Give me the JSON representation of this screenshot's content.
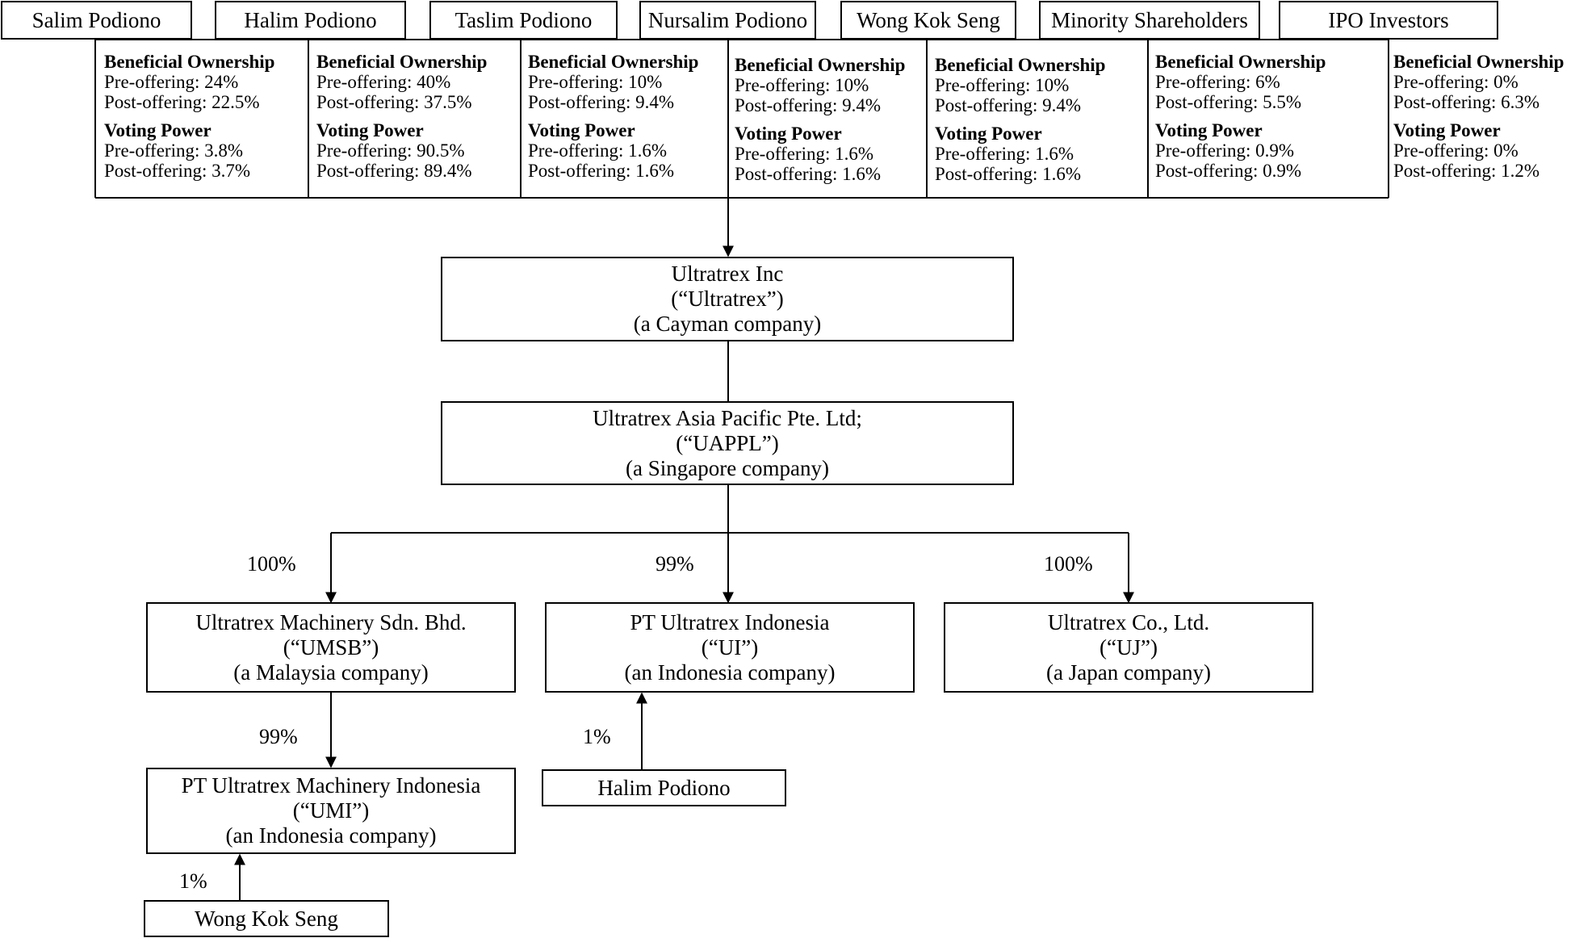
{
  "shareholders": [
    {
      "name": "Salim Podiono",
      "beneficial_ownership": {
        "label": "Beneficial Ownership",
        "pre": "Pre-offering: 24%",
        "post": "Post-offering: 22.5%"
      },
      "voting_power": {
        "label": "Voting Power",
        "pre": "Pre-offering: 3.8%",
        "post": "Post-offering: 3.7%"
      }
    },
    {
      "name": "Halim Podiono",
      "beneficial_ownership": {
        "label": "Beneficial Ownership",
        "pre": "Pre-offering: 40%",
        "post": "Post-offering: 37.5%"
      },
      "voting_power": {
        "label": "Voting Power",
        "pre": "Pre-offering: 90.5%",
        "post": "Post-offering: 89.4%"
      }
    },
    {
      "name": "Taslim Podiono",
      "beneficial_ownership": {
        "label": "Beneficial Ownership",
        "pre": "Pre-offering: 10%",
        "post": "Post-offering: 9.4%"
      },
      "voting_power": {
        "label": "Voting Power",
        "pre": "Pre-offering: 1.6%",
        "post": "Post-offering: 1.6%"
      }
    },
    {
      "name": "Nursalim Podiono",
      "beneficial_ownership": {
        "label": "Beneficial Ownership",
        "pre": "Pre-offering: 10%",
        "post": "Post-offering: 9.4%"
      },
      "voting_power": {
        "label": "Voting Power",
        "pre": "Pre-offering: 1.6%",
        "post": "Post-offering: 1.6%"
      }
    },
    {
      "name": "Wong Kok Seng",
      "beneficial_ownership": {
        "label": "Beneficial Ownership",
        "pre": "Pre-offering: 10%",
        "post": "Post-offering: 9.4%"
      },
      "voting_power": {
        "label": "Voting Power",
        "pre": "Pre-offering: 1.6%",
        "post": "Post-offering: 1.6%"
      }
    },
    {
      "name": "Minority Shareholders",
      "beneficial_ownership": {
        "label": "Beneficial Ownership",
        "pre": "Pre-offering: 6%",
        "post": "Post-offering: 5.5%"
      },
      "voting_power": {
        "label": "Voting Power",
        "pre": "Pre-offering: 0.9%",
        "post": "Post-offering: 0.9%"
      }
    },
    {
      "name": "IPO Investors",
      "beneficial_ownership": {
        "label": "Beneficial Ownership",
        "pre": "Pre-offering: 0%",
        "post": "Post-offering: 6.3%"
      },
      "voting_power": {
        "label": "Voting Power",
        "pre": "Pre-offering: 0%",
        "post": "Post-offering: 1.2%"
      }
    }
  ],
  "entities": {
    "ultratrex": {
      "name": "Ultratrex Inc",
      "short": "(“Ultratrex”)",
      "jurisdiction": "(a Cayman company)"
    },
    "uappl": {
      "name": "Ultratrex Asia Pacific Pte. Ltd;",
      "short": "(“UAPPL”)",
      "jurisdiction": "(a Singapore company)"
    },
    "umsb": {
      "name": "Ultratrex Machinery Sdn. Bhd.",
      "short": "(“UMSB”)",
      "jurisdiction": "(a Malaysia company)"
    },
    "ui": {
      "name": "PT Ultratrex Indonesia",
      "short": "(“UI”)",
      "jurisdiction": "(an Indonesia company)"
    },
    "uj": {
      "name": "Ultratrex Co., Ltd.",
      "short": "(“UJ”)",
      "jurisdiction": "(a Japan company)"
    },
    "umi": {
      "name": "PT Ultratrex Machinery Indonesia",
      "short": "(“UMI”)",
      "jurisdiction": "(an Indonesia company)"
    }
  },
  "minority_holders": {
    "ui_holder": {
      "name": "Halim Podiono",
      "pct": "1%"
    },
    "umi_holder": {
      "name": "Wong Kok Seng",
      "pct": "1%"
    }
  },
  "ownership_labels": {
    "uappl_to_umsb": "100%",
    "uappl_to_ui": "99%",
    "uappl_to_uj": "100%",
    "umsb_to_umi": "99%"
  }
}
